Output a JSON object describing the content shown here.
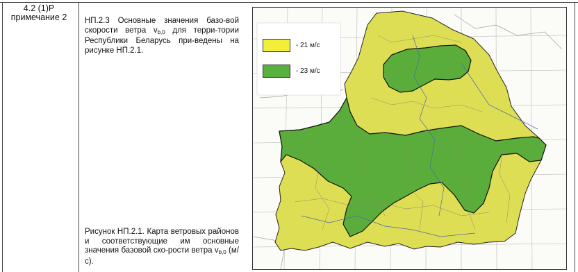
{
  "row": {
    "reference_line1": "4.2 (1)P",
    "reference_line2": "примечание 2",
    "note_prefix": "НП.2.3 Основные значения базо-вой скорости ветра v",
    "note_sub": "b,0",
    "note_suffix": " для терри-тории Республики Беларусь при-ведены на рисунке НП.2.1.",
    "caption_prefix": "Рисунок НП.2.1. Карта ветровых районов и соответствующие им основные значения базовой ско-рости ветра v",
    "caption_sub": "b,0",
    "caption_suffix": " (м/с)."
  },
  "map": {
    "legend": [
      {
        "label": "- 21 м/с",
        "color": "#f2ee3a"
      },
      {
        "label": "- 23 м/с",
        "color": "#58b13c"
      }
    ],
    "zone_colors": {
      "zone_21": "#dede55",
      "zone_23": "#5aad3a",
      "background": "#fbfbf8"
    }
  }
}
